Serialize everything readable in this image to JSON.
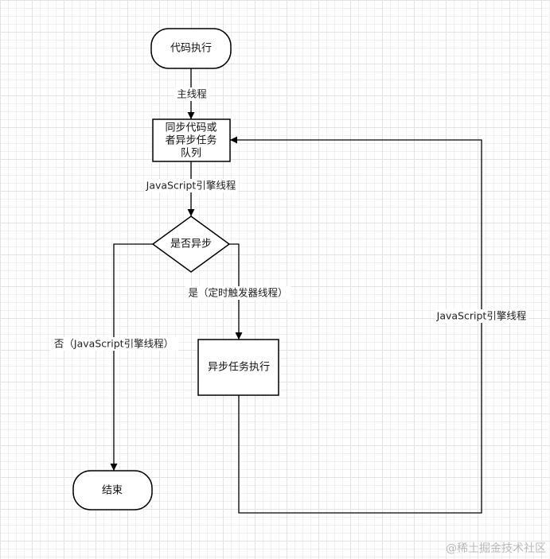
{
  "nodes": {
    "start": {
      "label": "代码执行"
    },
    "queue": {
      "lines": [
        "同步代码或",
        "者异步任务",
        "队列"
      ]
    },
    "decision": {
      "label": "是否异步"
    },
    "async_exec": {
      "label": "异步任务执行"
    },
    "end": {
      "label": "结束"
    }
  },
  "edges": {
    "start_to_queue": {
      "label": "主线程"
    },
    "queue_to_decision": {
      "label": "JavaScript引擎线程"
    },
    "decision_no": {
      "label": "否（JavaScript引擎线程）"
    },
    "decision_yes": {
      "label": "是（定时触发器线程）"
    },
    "loop_back": {
      "label": "JavaScript引擎线程"
    }
  },
  "watermark": "@稀土掘金技术社区",
  "colors": {
    "background": "#ffffff",
    "stroke": "#000000",
    "grid": "#e3e3e3",
    "watermark": "#b9b9b9"
  }
}
